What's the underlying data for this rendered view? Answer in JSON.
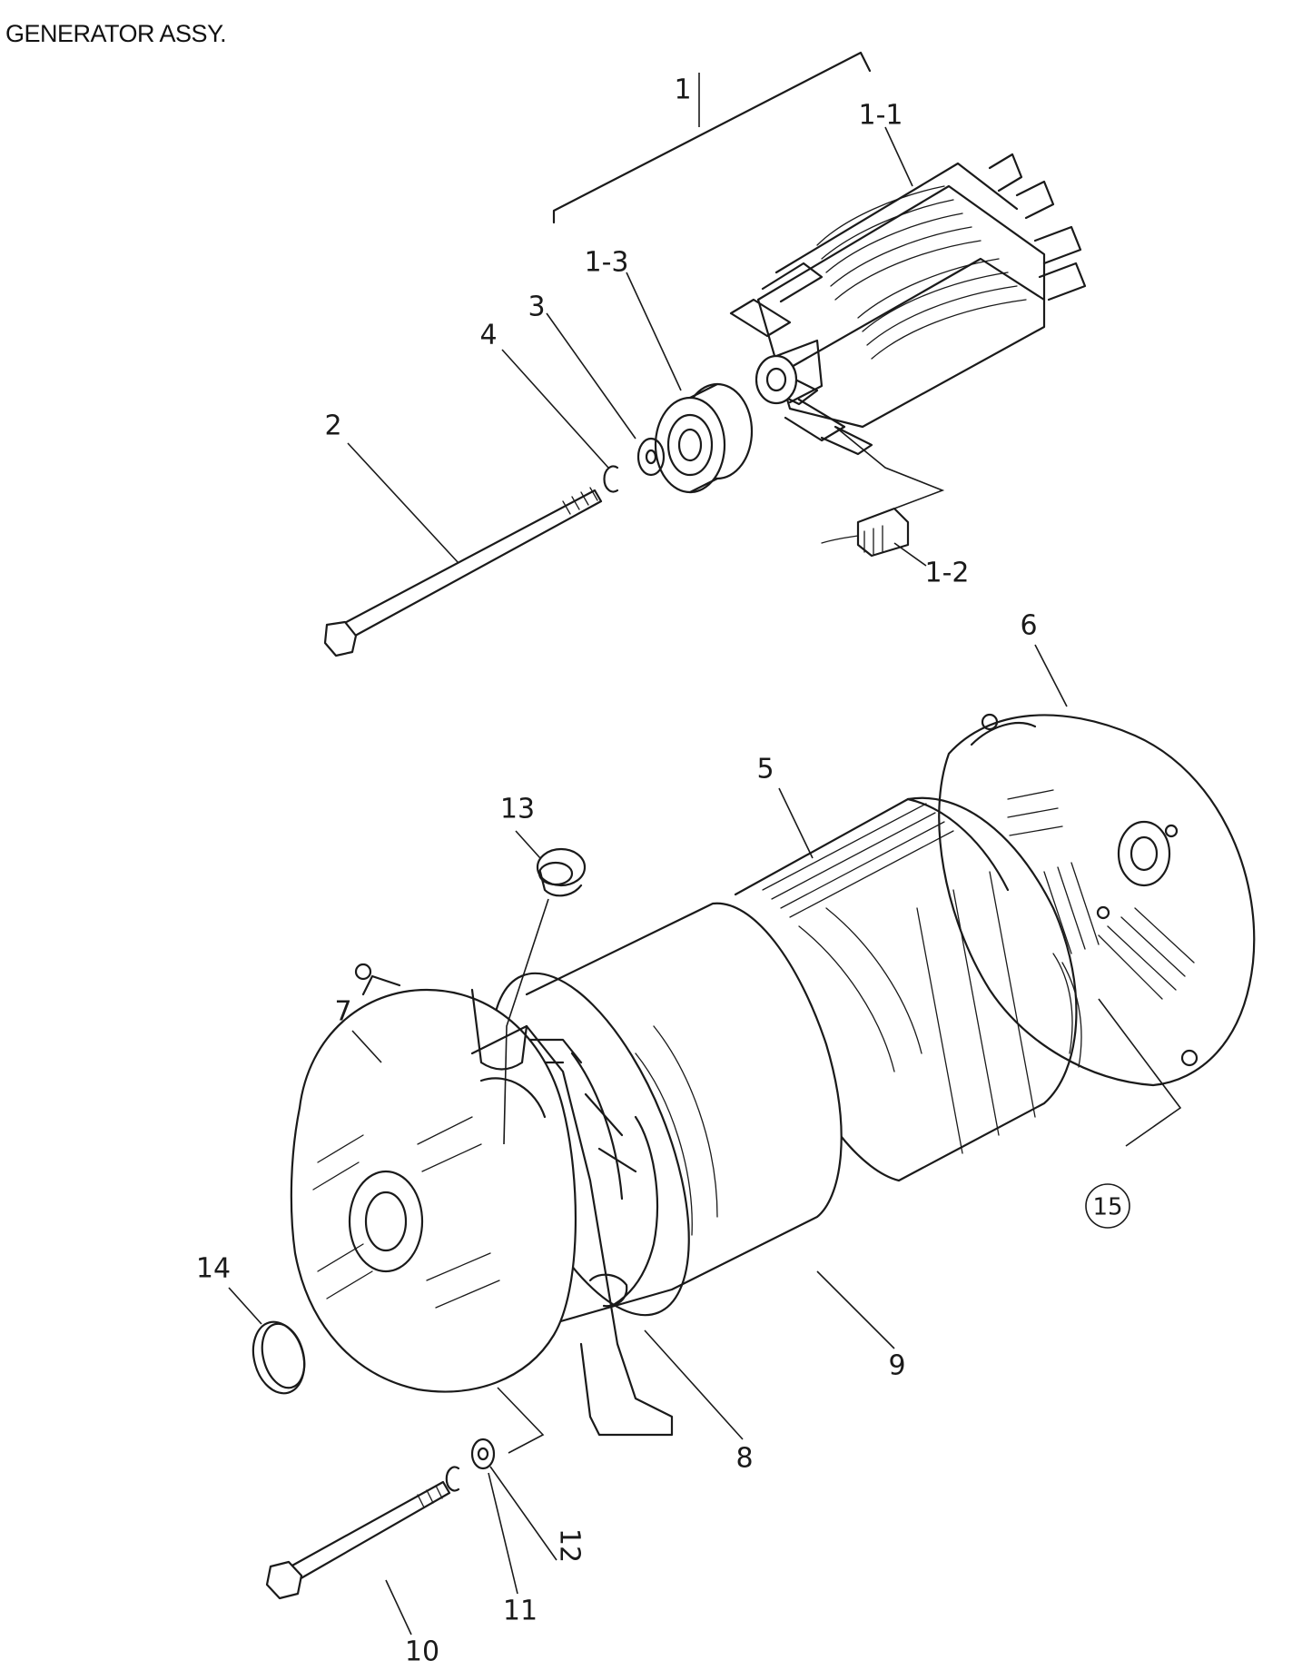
{
  "title": "GENERATOR ASSY.",
  "labels": {
    "l1": "1",
    "l1_1": "1-1",
    "l1_2": "1-2",
    "l1_3": "1-3",
    "l2": "2",
    "l3": "3",
    "l4": "4",
    "l5": "5",
    "l6": "6",
    "l7": "7",
    "l8": "8",
    "l9": "9",
    "l10": "10",
    "l11": "11",
    "l12": "12",
    "l13": "13",
    "l14": "14",
    "l15": "15"
  }
}
